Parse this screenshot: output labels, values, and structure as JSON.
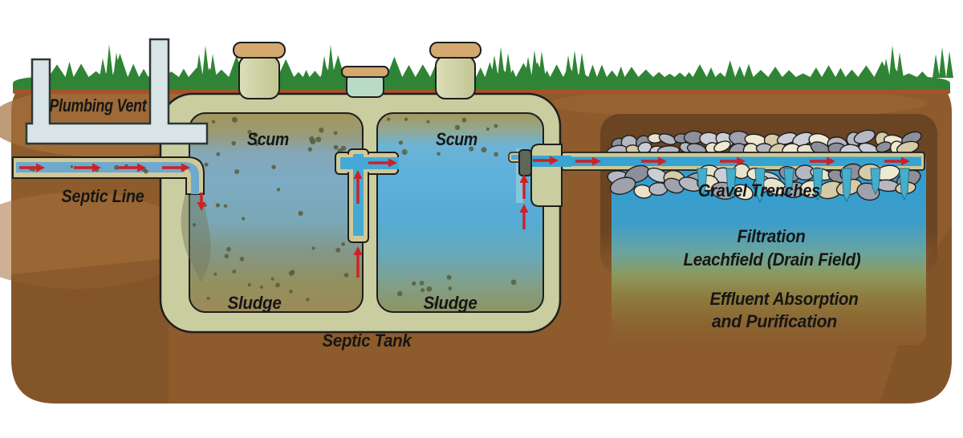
{
  "diagram": {
    "labels": {
      "plumbing_vent": "Plumbing Vent",
      "septic_line": "Septic Line",
      "chamber1_scum": "Scum",
      "chamber1_sludge": "Sludge",
      "chamber2_scum": "Scum",
      "chamber2_sludge": "Sludge",
      "septic_tank": "Septic Tank",
      "gravel_trenches": "Gravel Trenches",
      "filtration": "Filtration",
      "leachfield": "Leachfield (Drain Field)",
      "absorption_line1": "Effluent Absorption",
      "absorption_line2": "and Purification"
    },
    "colors": {
      "sky": "#ffffff",
      "grass_green": "#2f8535",
      "topsoil_line": "#a7522a",
      "dirt_brown": "#8d5b2c",
      "dirt_light": "#a5703d",
      "dirt_dark": "#7b4d25",
      "tank_shell_khaki": "#c9cda0",
      "pipe_khaki": "#cfc997",
      "vent_pipe_gray": "#d8e4e6",
      "water_blue": "#5eb2dc",
      "scum_olive": "#a3975c",
      "sludge_olive": "#9c8a58",
      "trench_dark_brown": "#6a4423",
      "trench_water_blue": "#2d9ed5",
      "gravel_gray": "#ccced6",
      "gravel_beige": "#e8e3ca",
      "drip_teal": "#45aecb",
      "flow_arrow_red": "#ce2127",
      "riser_cap_tan": "#d3a96f",
      "riser_body_khaki": "#d0d3aa",
      "riser_mid_teal": "#b9dbc6",
      "effluent_filter_dark": "#5d6858"
    }
  }
}
